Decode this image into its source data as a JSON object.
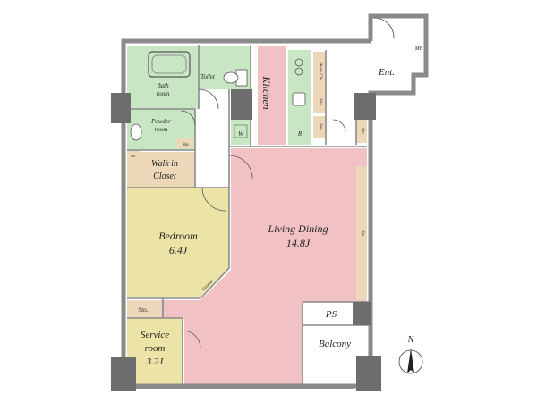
{
  "colors": {
    "wet": "#c8e6c4",
    "bedroom": "#ece4a6",
    "living": "#f1c1c4",
    "kitchen": "#f1c1c4",
    "storage": "#ecd7b8",
    "wall": "#8a8a8a",
    "pillar": "#6d6d6d",
    "floor": "#ffffff"
  },
  "rooms": {
    "bath": {
      "label_line1": "Bath",
      "label_line2": "room"
    },
    "toilet": {
      "label": "Toilet"
    },
    "kitchen": {
      "label": "Kitchen"
    },
    "shoes_closet": {
      "label": "Shoes Clo."
    },
    "storage_small": {
      "label": "Sto."
    },
    "entrance": {
      "label": "Ent."
    },
    "meter_box": {
      "label": "MB"
    },
    "powder": {
      "label_line1": "Powder",
      "label_line2": "room"
    },
    "washer": {
      "label": "W"
    },
    "fridge": {
      "label": "R"
    },
    "walk_in": {
      "label_line1": "Walk in",
      "label_line2": "Closet"
    },
    "bedroom": {
      "label": "Bedroom",
      "size": "6.4J"
    },
    "living": {
      "label": "Living Dining",
      "size": "14.8J"
    },
    "counter": {
      "label": "Counter"
    },
    "service": {
      "label_line1": "Service",
      "label_line2": "room",
      "size": "3.2J"
    },
    "pipe_space": {
      "label": "PS"
    },
    "balcony": {
      "label": "Balcony"
    }
  },
  "compass": {
    "label": "N"
  }
}
